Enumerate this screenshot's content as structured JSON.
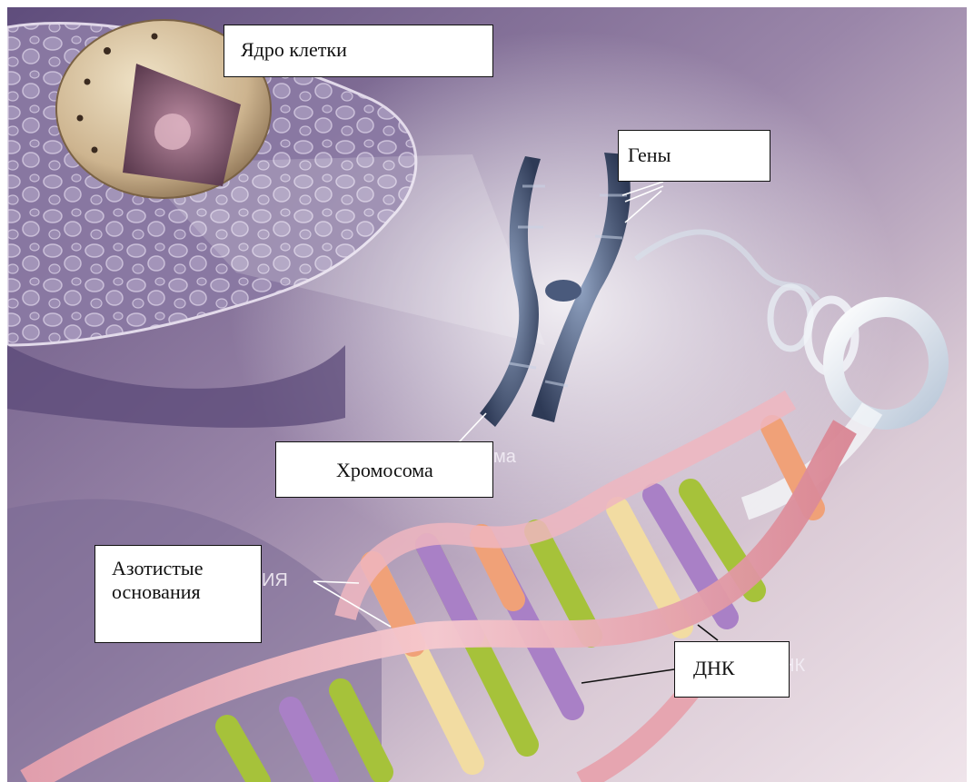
{
  "labels": {
    "nucleus": "Ядро клетки",
    "genes": "Гены",
    "chromosome": "Хромосома",
    "bases": "Азотистые основания",
    "dna": "ДНК"
  },
  "background_residue": {
    "chromosome_suffix": "ма",
    "bases_suffix": "ИЯ",
    "dna_suffix": "НК"
  },
  "colors": {
    "background_purple": "#6e5a86",
    "background_light": "#e7dce6",
    "dna_ribbon": "#e79aa3",
    "chromosome": "#3e4e6e",
    "base_purple": "#a980c6",
    "base_green": "#a6c23a",
    "base_orange": "#f0a178",
    "base_cream": "#f2dca2"
  }
}
